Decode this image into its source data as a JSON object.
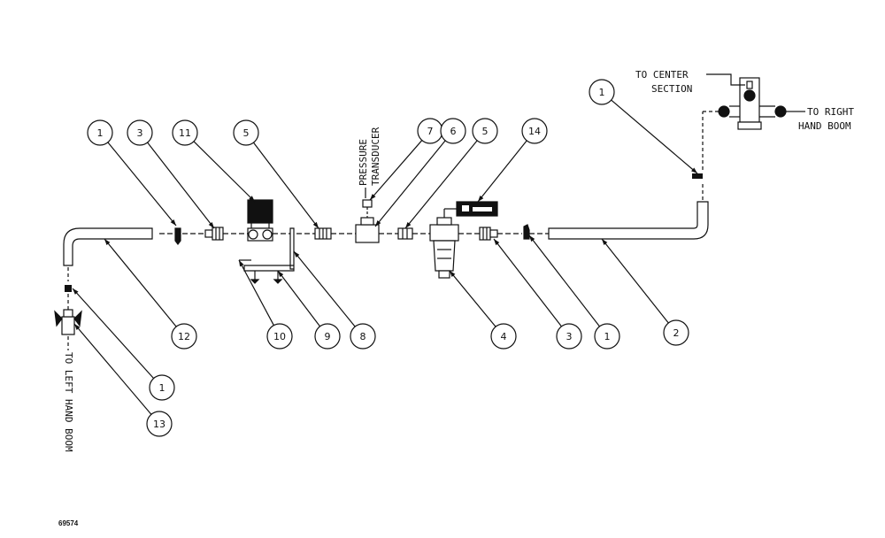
{
  "labels": {
    "to_center_line1": "TO CENTER",
    "to_center_line2": "SECTION",
    "to_right_line1": "TO RIGHT",
    "to_right_line2": "HAND BOOM",
    "pressure": "PRESSURE",
    "transducer": "TRANSDUCER",
    "to_left": "TO LEFT HAND BOOM"
  },
  "figure_number": "69574",
  "callouts": [
    "1",
    "3",
    "11",
    "5",
    "7",
    "6",
    "5",
    "14",
    "1",
    "12",
    "10",
    "9",
    "8",
    "4",
    "3",
    "1",
    "2",
    "1",
    "13"
  ]
}
